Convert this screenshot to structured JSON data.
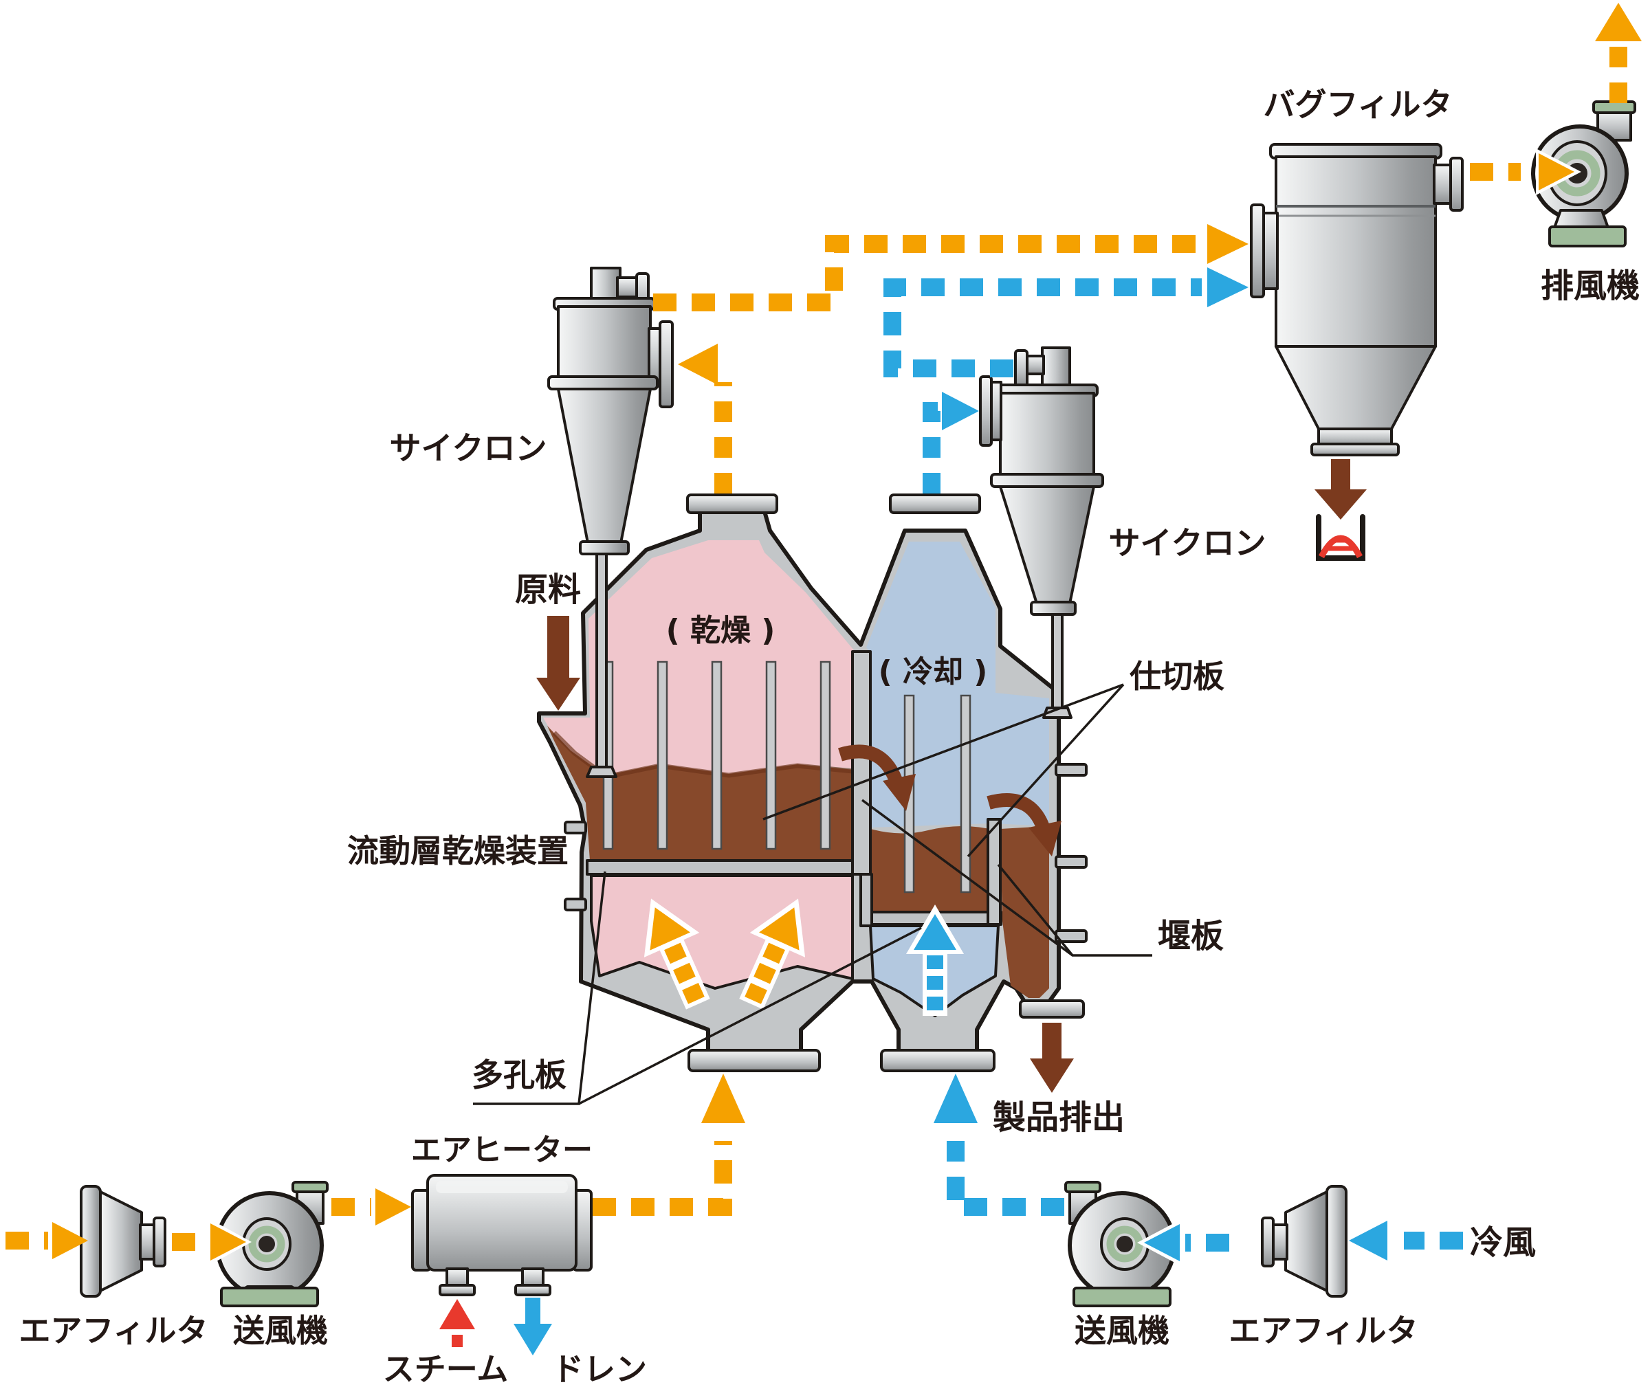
{
  "labels": {
    "bag_filter": "バグフィルタ",
    "exhaust_fan": "排風機",
    "cyclone_left": "サイクロン",
    "cyclone_right": "サイクロン",
    "raw_material": "原料",
    "drying_zone": "( 乾燥 )",
    "cooling_zone": "( 冷却 )",
    "partition_plate": "仕切板",
    "dryer_unit": "流動層乾燥装置",
    "weir_plate": "堰板",
    "perforated_plate": "多孔板",
    "product_discharge": "製品排出",
    "air_heater": "エアヒーター",
    "air_filter_left": "エアフィルタ",
    "blower_left": "送風機",
    "steam": "スチーム",
    "drain": "ドレン",
    "blower_right": "送風機",
    "air_filter_right": "エアフィルタ",
    "cold_air": "冷風"
  },
  "colors": {
    "hot_air": "#F5A100",
    "cold_air": "#2BA7E0",
    "steam": "#E8392D",
    "material": "#7B3A1E",
    "bed": "#87492B",
    "drying_interior": "#F0C6CC",
    "cooling_interior": "#B3C8DF",
    "green_accent": "#9FBC9B",
    "outline": "#1E1A17",
    "text": "#231815"
  }
}
